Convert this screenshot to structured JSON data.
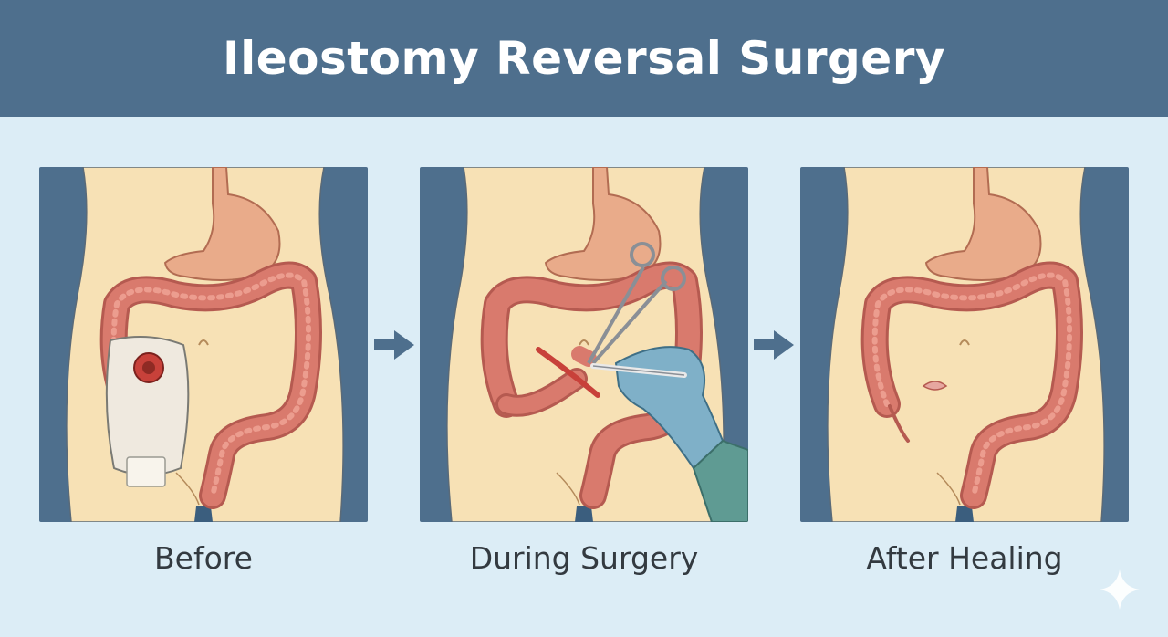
{
  "title": "Ileostomy Reversal Surgery",
  "panels": [
    {
      "caption": "Before"
    },
    {
      "caption": "During Surgery"
    },
    {
      "caption": "After Healing"
    }
  ],
  "colors": {
    "header": "#4e6f8d",
    "background": "#dcedf6",
    "panel_side": "#4e6f8d",
    "skin": "#f7e1b5",
    "intestine": "#d97a6d",
    "stomach": "#e9ab8a",
    "glove": "#7fb0c8",
    "arrow": "#4e6f8d"
  },
  "icons": [
    "arrow-right-icon",
    "arrow-right-icon",
    "scissors-icon",
    "glove-hand-icon",
    "sparkle-icon"
  ]
}
